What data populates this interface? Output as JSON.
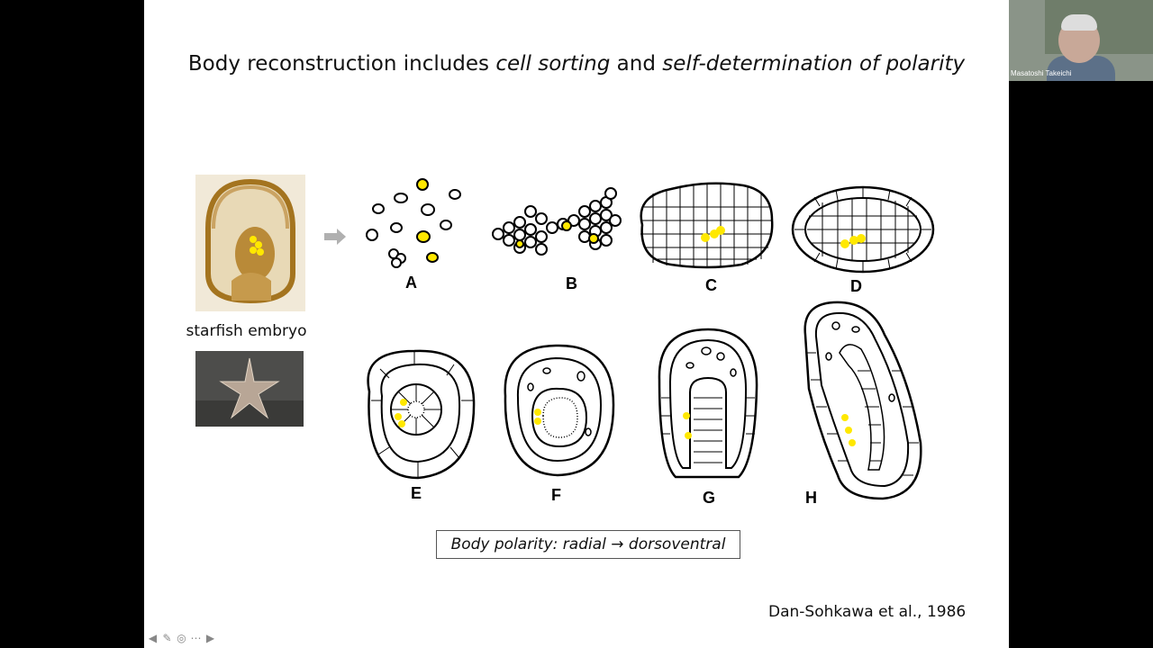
{
  "slide": {
    "title": {
      "part1": "Body reconstruction includes ",
      "part2": "cell sorting",
      "part3": " and ",
      "part4": "self-determination of polarity"
    },
    "caption": "starfish embryo",
    "stage_labels": [
      "A",
      "B",
      "C",
      "D",
      "E",
      "F",
      "G",
      "H"
    ],
    "polarity_box": "Body polarity: radial → dorsoventral",
    "citation": "Dan-Sohkawa et al., 1986"
  },
  "video": {
    "participant_name": "Masatoshi Takeichi"
  },
  "nav": [
    "prev-icon",
    "pen-icon",
    "zoom-icon",
    "more-icon",
    "next-icon"
  ],
  "colors": {
    "highlight": "#ffe800",
    "ink": "#000000",
    "embryo": "#b8862e"
  }
}
